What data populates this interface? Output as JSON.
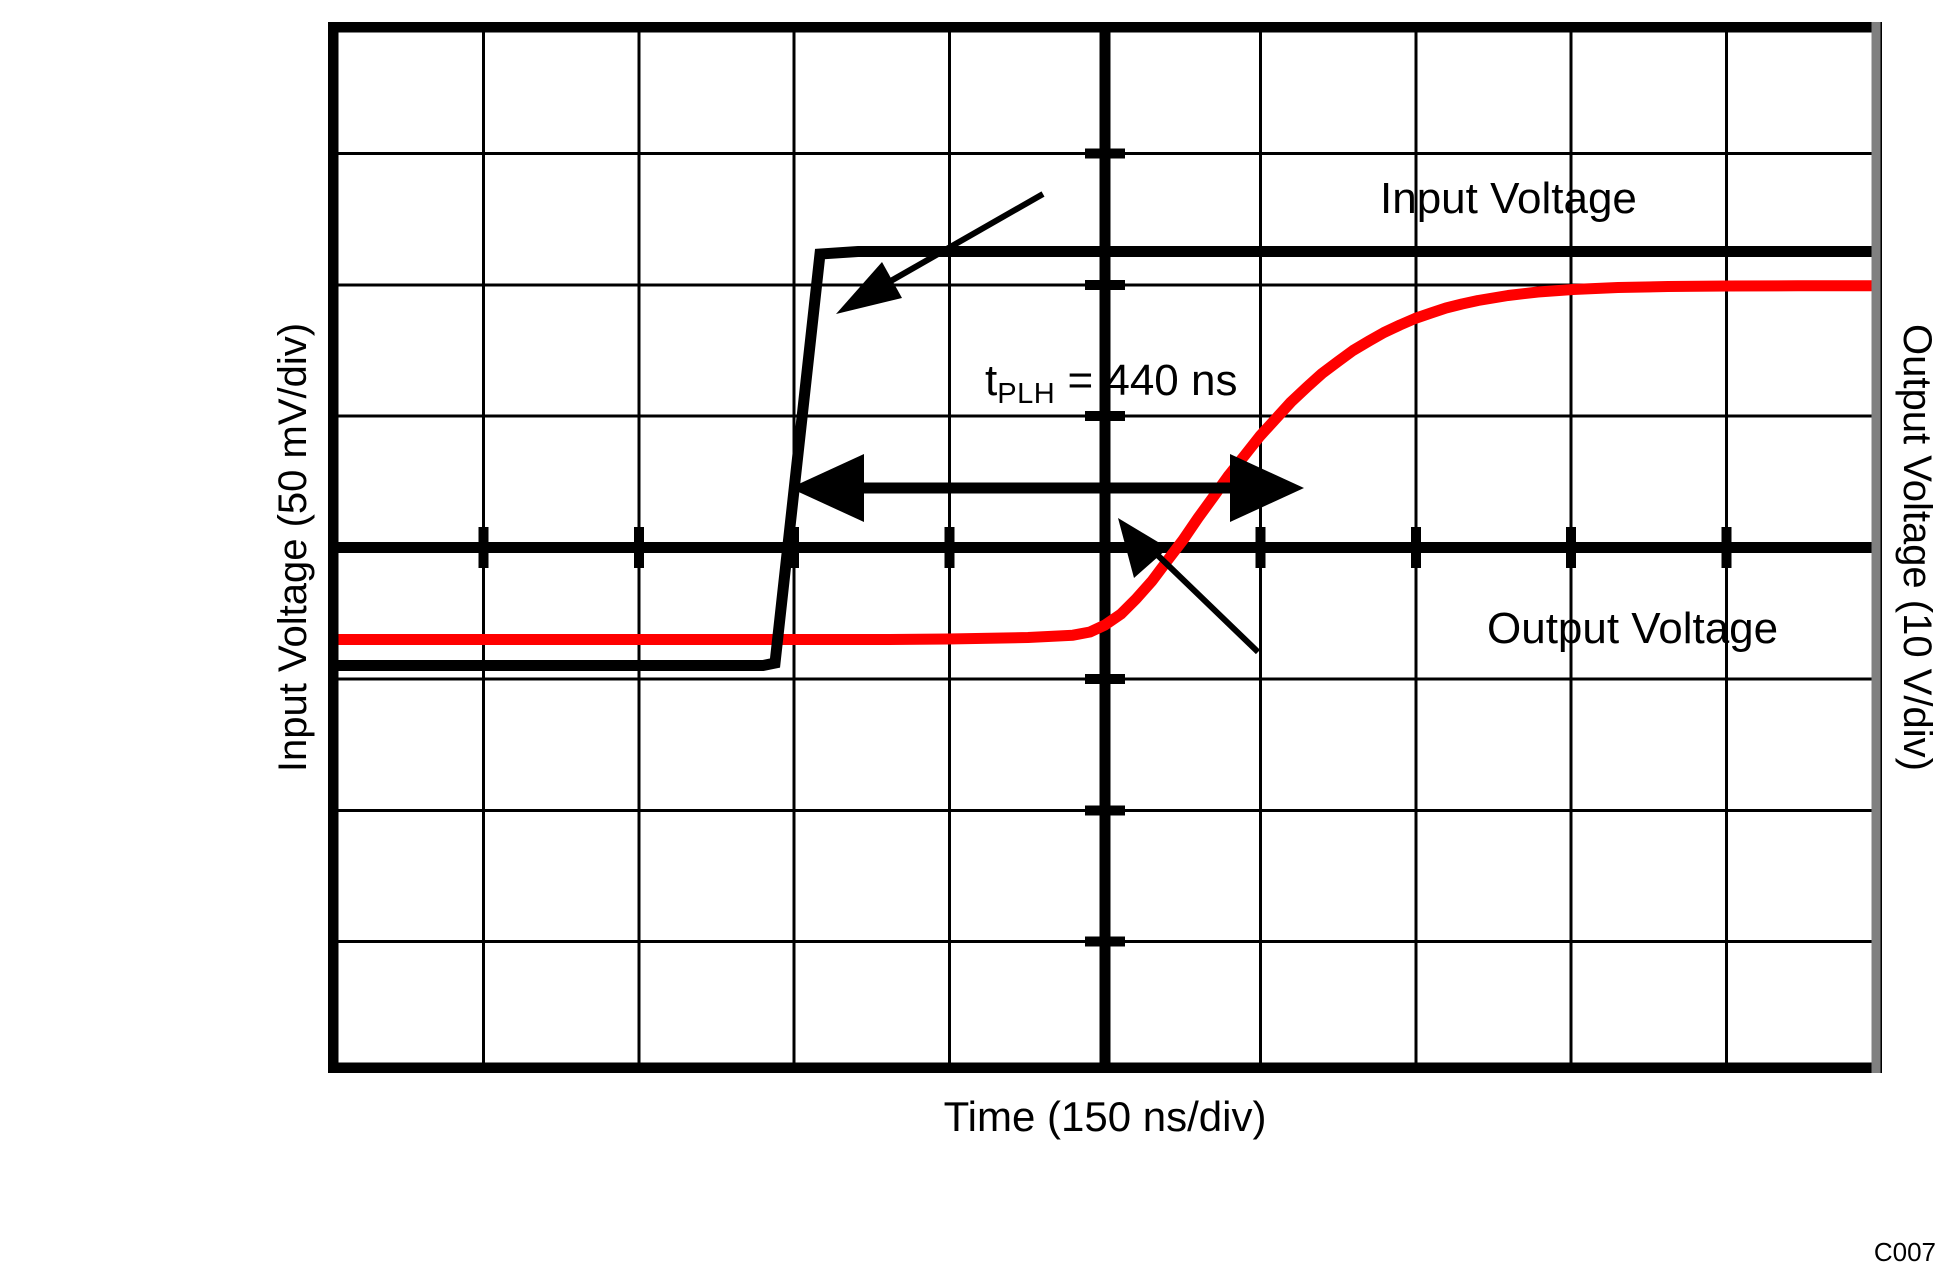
{
  "figure": {
    "id_label": "C007",
    "background_color": "#FFFFFF"
  },
  "axes": {
    "x_title": "Time (150 ns/div)",
    "y_left_title": "Input Voltage (50 mV/div)",
    "y_right_title": "Output Voltage (10 V/div)"
  },
  "annotations": {
    "input_voltage_label": "Input Voltage",
    "output_voltage_label": "Output Voltage",
    "tplh_symbol": "t",
    "tplh_subscript": "PLH",
    "tplh_value": " = 440 ns"
  },
  "chart_data": {
    "type": "line",
    "title": "",
    "subtitle": "",
    "xlabel": "Time (150 ns/div)",
    "ylabel": "Input Voltage (50 mV/div)",
    "y2label": "Output Voltage (10 V/div)",
    "grid": true,
    "grid_divisions_x": 10,
    "grid_divisions_y": 8,
    "x_per_division": 150,
    "x_unit": "ns",
    "y_left_per_division": 50,
    "y_left_unit": "mV",
    "y_right_per_division": 10,
    "y_right_unit": "V",
    "xlim": [
      -750,
      750
    ],
    "ylim": [
      -4,
      4
    ],
    "legend_position": "in-plot-annotations",
    "center_axes": true,
    "measurement": {
      "name": "tPLH",
      "value": 440,
      "unit": "ns",
      "label": "t_PLH = 440 ns",
      "from_x_div": -2.13,
      "to_x_div": 0.79,
      "marker_y_div": 0.45
    },
    "series": [
      {
        "name": "Input Voltage",
        "color": "#000000",
        "axis": "left",
        "style": "square-step",
        "low_level_div": -0.9,
        "high_level_div": 2.4,
        "rise_start_x_div": -2.18,
        "rise_end_x_div": -2.05,
        "points_div": [
          [
            -5.0,
            -0.9
          ],
          [
            -2.18,
            -0.9
          ],
          [
            -2.05,
            2.4
          ],
          [
            5.0,
            2.4
          ]
        ]
      },
      {
        "name": "Output Voltage",
        "color": "#FF0000",
        "axis": "right",
        "style": "exponential-rise",
        "low_level_div": -0.7,
        "high_level_div": 2.15,
        "rise_start_x_div": -0.1,
        "settle_x_div": 3.6,
        "time_constant_div": 0.95,
        "points_div": [
          [
            -5.0,
            -0.7
          ],
          [
            -3.0,
            -0.7
          ],
          [
            -1.5,
            -0.7
          ],
          [
            -0.4,
            -0.7
          ],
          [
            -0.1,
            -0.68
          ],
          [
            0.1,
            -0.58
          ],
          [
            0.3,
            -0.38
          ],
          [
            0.5,
            -0.1
          ],
          [
            0.7,
            0.22
          ],
          [
            0.9,
            0.55
          ],
          [
            1.1,
            0.86
          ],
          [
            1.3,
            1.13
          ],
          [
            1.5,
            1.36
          ],
          [
            1.7,
            1.56
          ],
          [
            1.9,
            1.72
          ],
          [
            2.1,
            1.85
          ],
          [
            2.3,
            1.94
          ],
          [
            2.5,
            2.01
          ],
          [
            2.7,
            2.06
          ],
          [
            2.9,
            2.09
          ],
          [
            3.1,
            2.12
          ],
          [
            3.4,
            2.14
          ],
          [
            3.8,
            2.15
          ],
          [
            4.4,
            2.15
          ],
          [
            5.0,
            2.15
          ]
        ]
      }
    ]
  }
}
